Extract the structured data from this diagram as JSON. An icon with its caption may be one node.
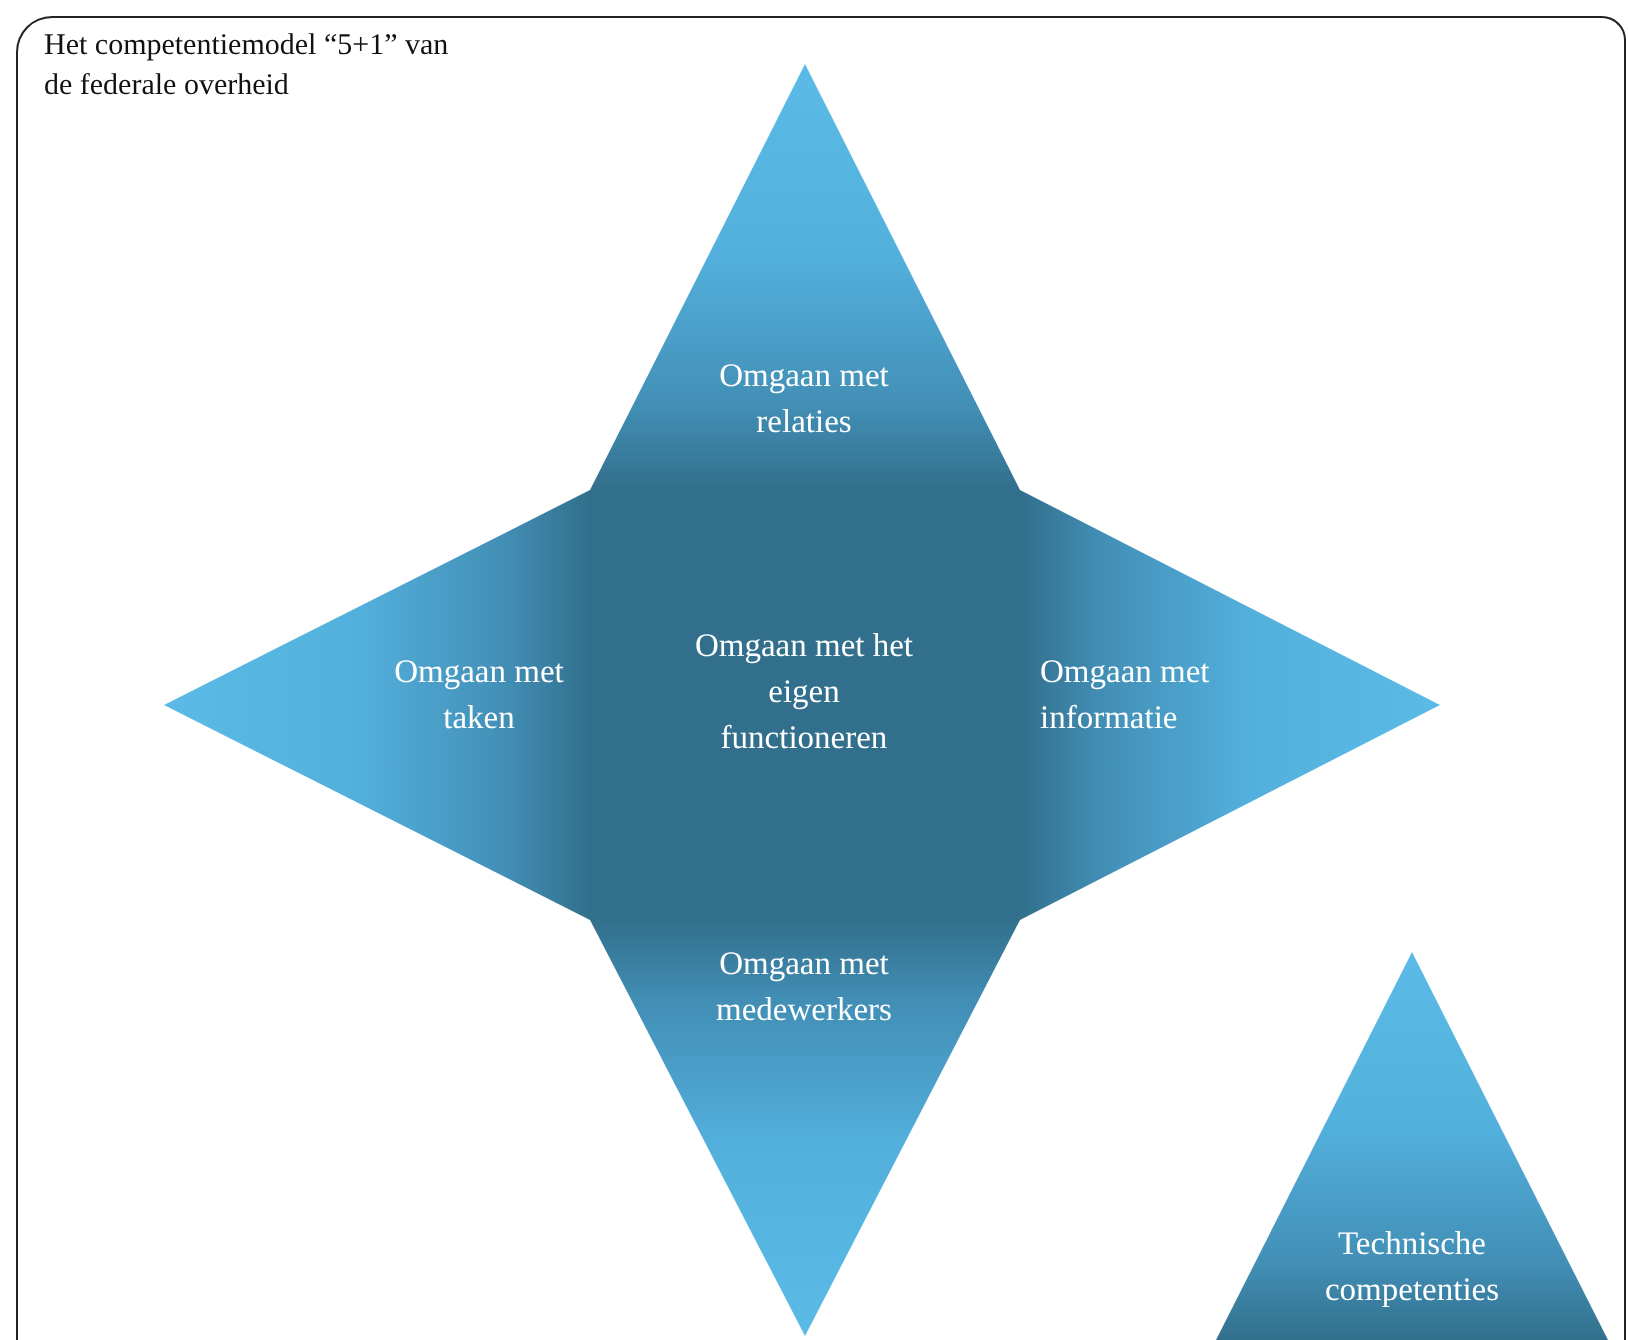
{
  "diagram": {
    "title": "Het competentiemodel “5+1” van de federale overheid",
    "nodes": [
      {
        "text": [
          "Omgaan met het eigen functioneren"
        ]
      },
      {
        "text": [
          "Omgaan met relaties"
        ]
      },
      {
        "text": [
          "Omgaan met taken"
        ]
      },
      {
        "text": [
          "Omgaan met informatie"
        ]
      },
      {
        "text": [
          "Omgaan met medewerkers"
        ]
      },
      {
        "text": [
          "Technische competenties"
        ]
      }
    ]
  }
}
